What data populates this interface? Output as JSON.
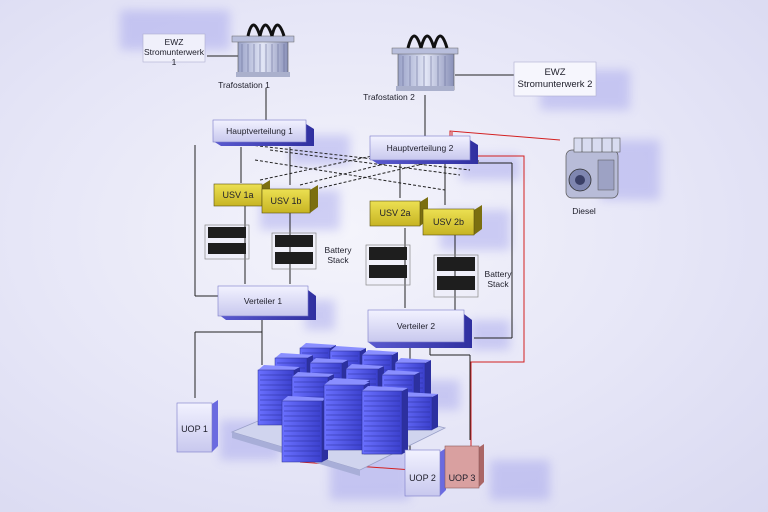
{
  "ewz1": {
    "line1": "EWZ",
    "line2": "Stromunterwerk 1"
  },
  "ewz2": {
    "line1": "EWZ",
    "line2": "Stromunterwerk 2"
  },
  "trafo1": "Trafostation 1",
  "trafo2": "Trafostation 2",
  "hv1": "Hauptverteilung 1",
  "hv2": "Hauptverteilung 2",
  "usv": [
    "USV 1a",
    "USV 1b",
    "USV 2a",
    "USV 2b"
  ],
  "battery1": {
    "line1": "Battery",
    "line2": "Stack"
  },
  "battery2": {
    "line1": "Battery",
    "line2": "Stack"
  },
  "verteiler1": "Verteiler 1",
  "verteiler2": "Verteiler 2",
  "diesel": "Diesel",
  "uop1": "UOP 1",
  "uop2": "UOP 2",
  "uop3": "UOP 3",
  "colors": {
    "box": "#c9c9f0",
    "usv": "#d9c62a",
    "server": "#4a4fe0",
    "uop3": "#d69a9a",
    "line": "#222222",
    "red": "#d32020"
  }
}
